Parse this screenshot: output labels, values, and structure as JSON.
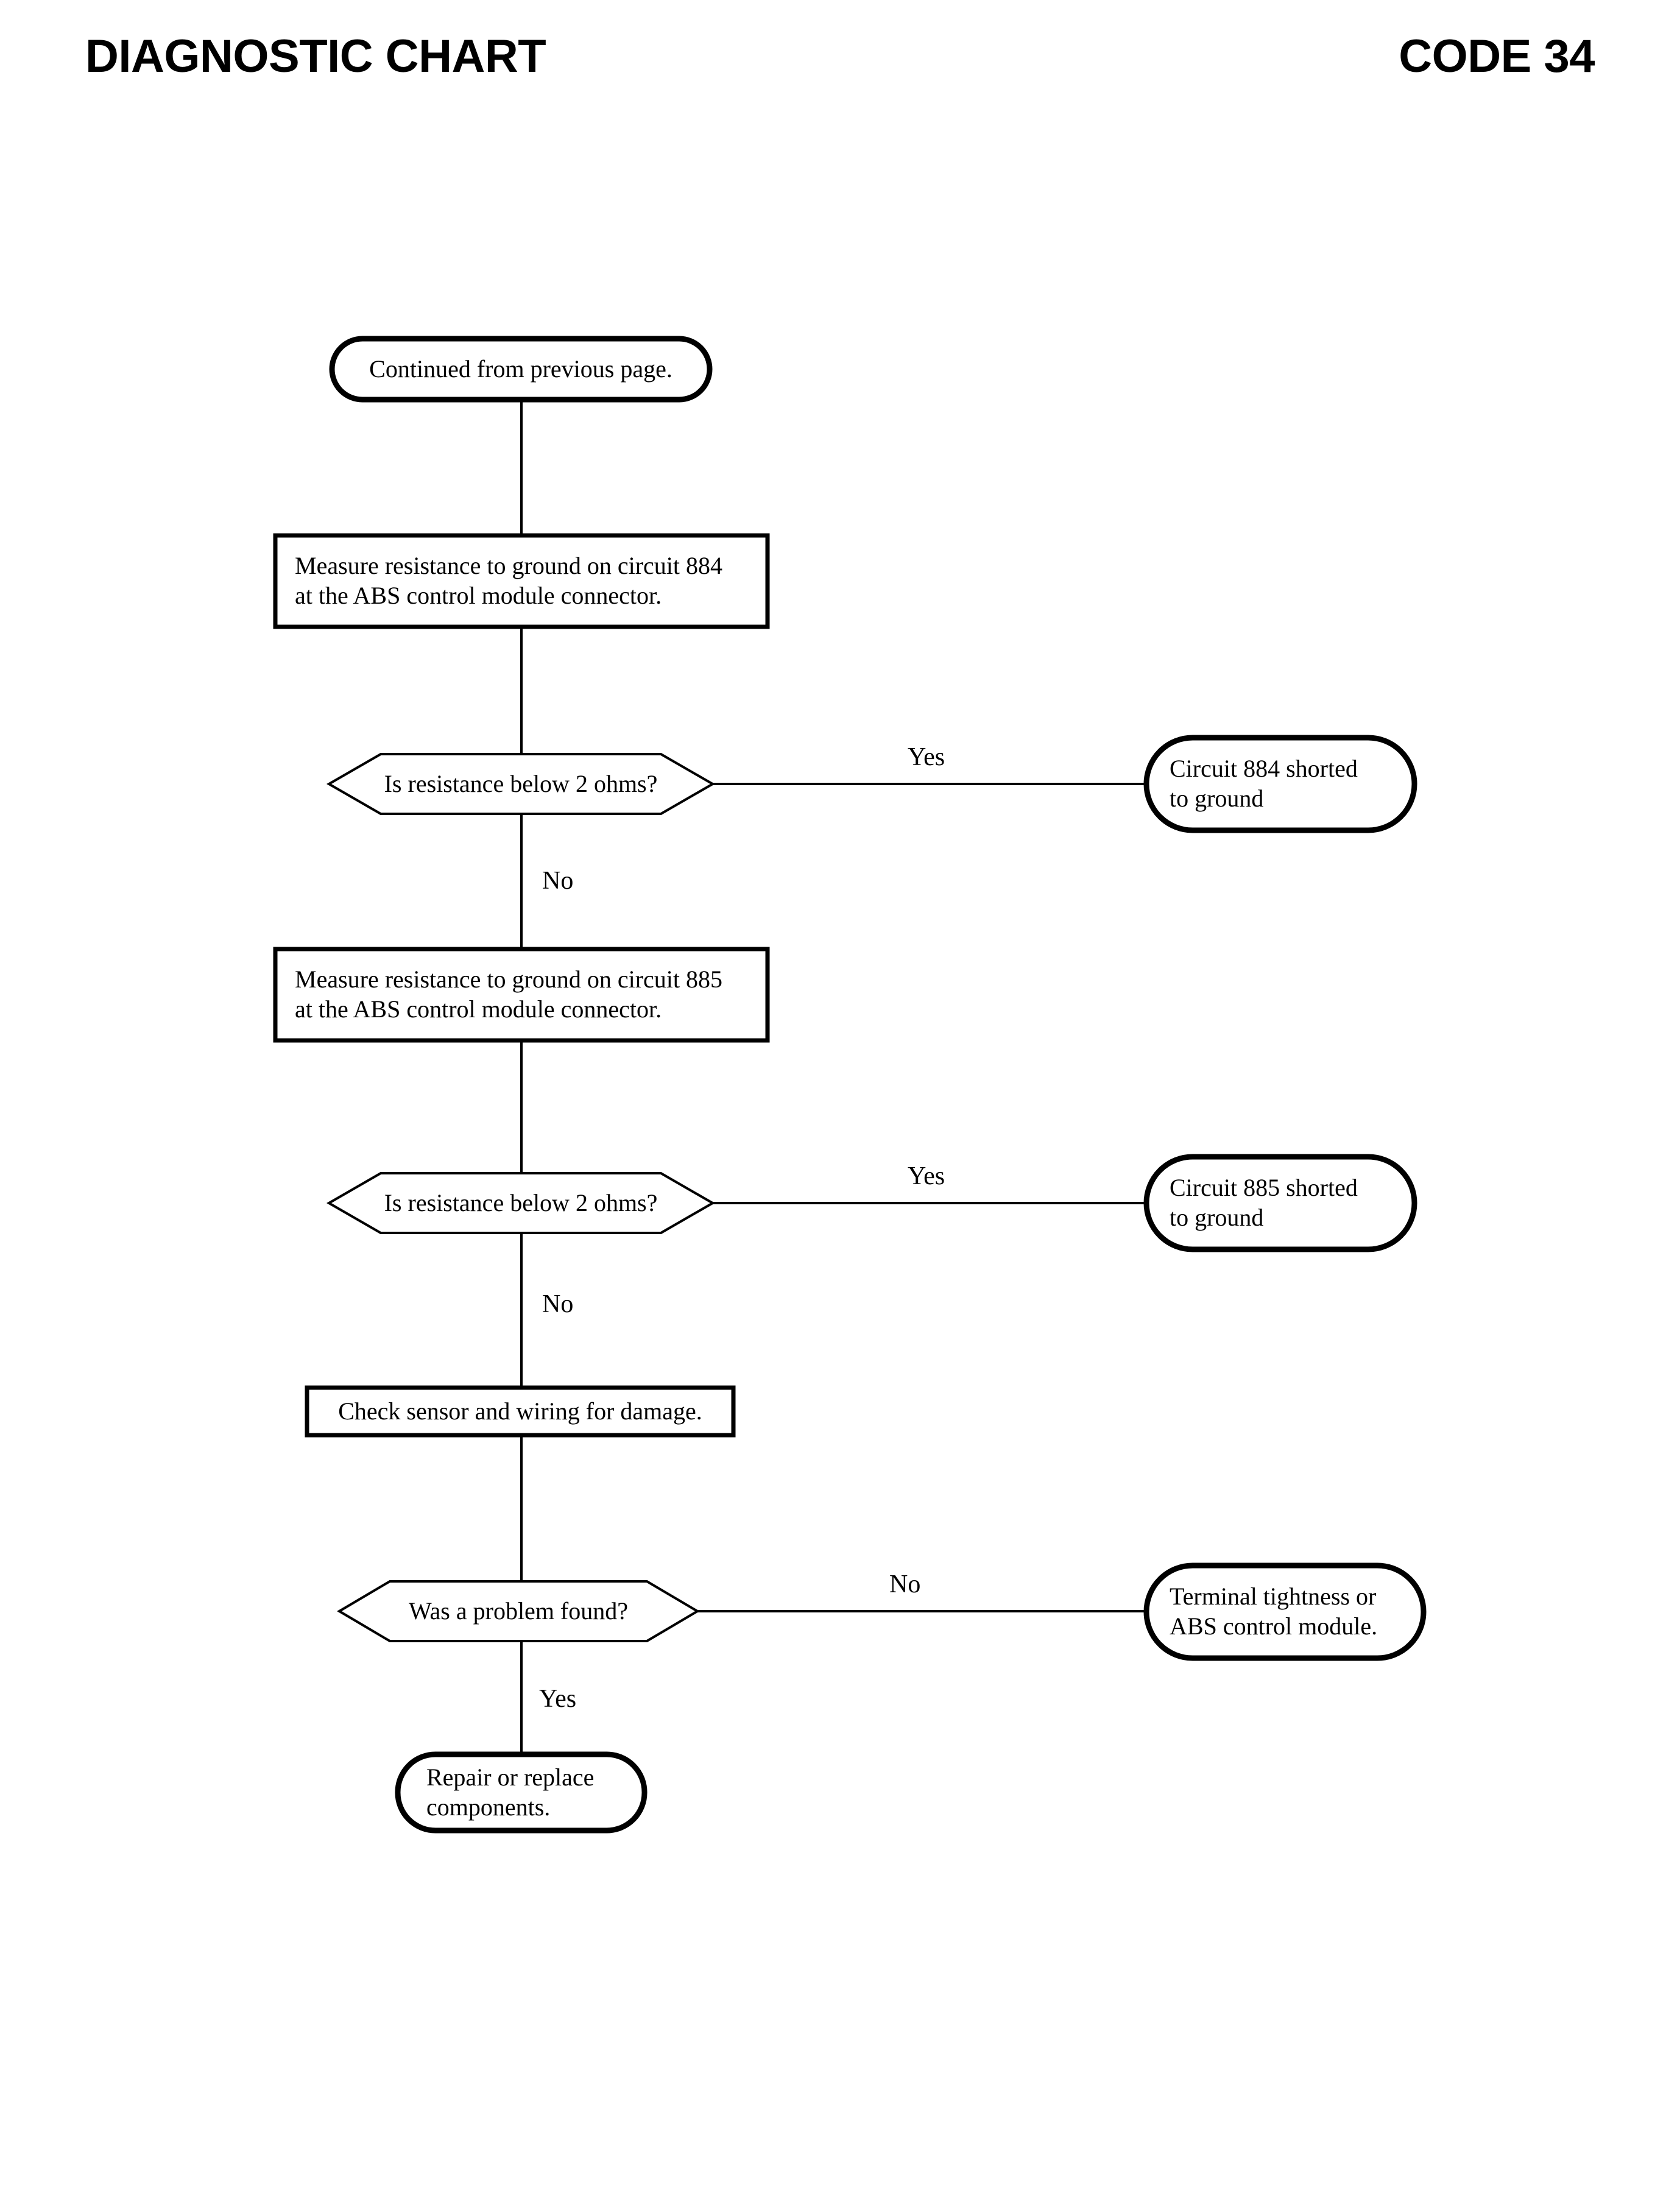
{
  "header": {
    "left_title": "DIAGNOSTIC CHART",
    "right_title": "CODE 34"
  },
  "chart_data": {
    "type": "flowchart",
    "title": "DIAGNOSTIC CHART",
    "code": "CODE 34",
    "orientation": "top-to-bottom",
    "nodes": [
      {
        "id": "n1",
        "shape": "terminator",
        "text": "Continued from previous page.",
        "align": "center"
      },
      {
        "id": "n2",
        "shape": "process",
        "text": "Measure resistance to ground on circuit 884\nat the ABS control module connector.",
        "align": "left"
      },
      {
        "id": "n3",
        "shape": "decision",
        "text": "Is resistance below 2 ohms?",
        "align": "center"
      },
      {
        "id": "n4",
        "shape": "terminator",
        "text": "Circuit 884 shorted\nto ground",
        "align": "left"
      },
      {
        "id": "n5",
        "shape": "process",
        "text": "Measure resistance to ground on circuit 885\nat the ABS control module connector.",
        "align": "left"
      },
      {
        "id": "n6",
        "shape": "decision",
        "text": "Is resistance below 2 ohms?",
        "align": "center"
      },
      {
        "id": "n7",
        "shape": "terminator",
        "text": "Circuit 885 shorted\nto ground",
        "align": "left"
      },
      {
        "id": "n8",
        "shape": "process",
        "text": "Check sensor and wiring for damage.",
        "align": "center"
      },
      {
        "id": "n9",
        "shape": "decision",
        "text": "Was a problem found?",
        "align": "center"
      },
      {
        "id": "n10",
        "shape": "terminator",
        "text": "Terminal tightness or\nABS control module.",
        "align": "left"
      },
      {
        "id": "n11",
        "shape": "terminator",
        "text": "Repair or replace\ncomponents.",
        "align": "left"
      }
    ],
    "edges": [
      {
        "from": "n1",
        "to": "n2",
        "label": ""
      },
      {
        "from": "n2",
        "to": "n3",
        "label": ""
      },
      {
        "from": "n3",
        "to": "n4",
        "label": "Yes"
      },
      {
        "from": "n3",
        "to": "n5",
        "label": "No"
      },
      {
        "from": "n5",
        "to": "n6",
        "label": ""
      },
      {
        "from": "n6",
        "to": "n7",
        "label": "Yes"
      },
      {
        "from": "n6",
        "to": "n8",
        "label": "No"
      },
      {
        "from": "n8",
        "to": "n9",
        "label": ""
      },
      {
        "from": "n9",
        "to": "n10",
        "label": "No"
      },
      {
        "from": "n9",
        "to": "n11",
        "label": "Yes"
      }
    ],
    "edge_labels": {
      "yes_1": "Yes",
      "no_1": "No",
      "yes_2": "Yes",
      "no_2": "No",
      "no_3": "No",
      "yes_3": "Yes"
    },
    "colors": {
      "stroke": "#000000",
      "fill": "#ffffff",
      "text": "#000000"
    }
  }
}
